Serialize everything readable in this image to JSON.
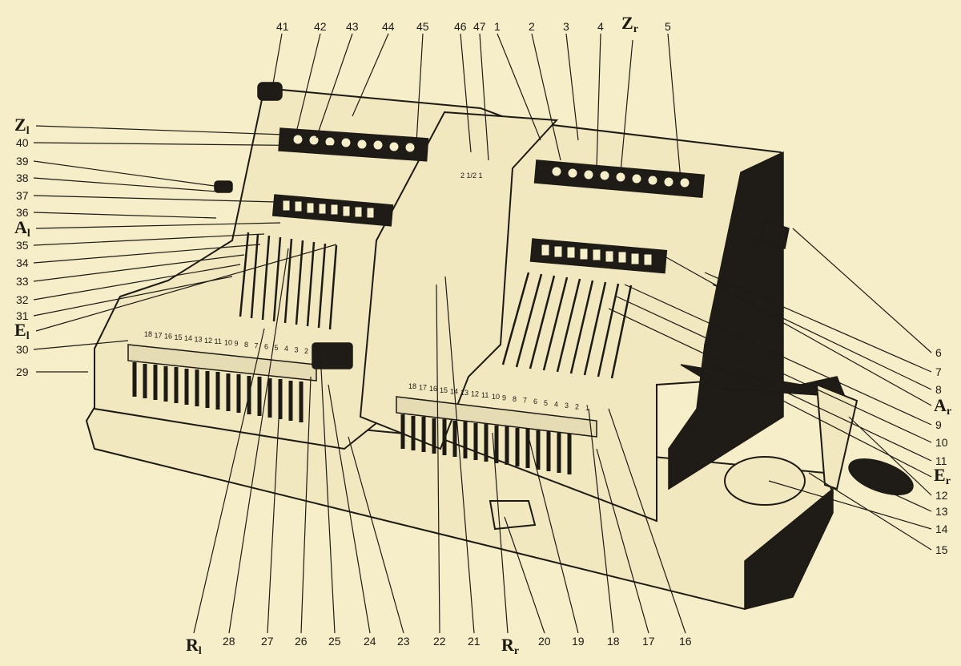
{
  "callouts": {
    "top": [
      "41",
      "42",
      "43",
      "44",
      "45",
      "46",
      "47",
      "1",
      "2",
      "3",
      "4",
      "5"
    ],
    "top_letter": {
      "main": "Z",
      "sub": "r"
    },
    "left_top": [
      {
        "main": "Z",
        "sub": "l"
      }
    ],
    "left": [
      "40",
      "39",
      "38",
      "37",
      "36"
    ],
    "left_A": {
      "main": "A",
      "sub": "l"
    },
    "left2": [
      "35",
      "34",
      "33",
      "32",
      "31"
    ],
    "left_E": {
      "main": "E",
      "sub": "l"
    },
    "left3": [
      "30",
      "29"
    ],
    "right": [
      "6",
      "7",
      "8"
    ],
    "right_A": {
      "main": "A",
      "sub": "r"
    },
    "right2": [
      "9",
      "10",
      "11"
    ],
    "right_E": {
      "main": "E",
      "sub": "r"
    },
    "right3": [
      "12",
      "13",
      "14",
      "15"
    ],
    "bottom_R_left": {
      "main": "R",
      "sub": "l"
    },
    "bottom": [
      "28",
      "27",
      "26",
      "25",
      "24",
      "23",
      "22",
      "21"
    ],
    "bottom_R_right": {
      "main": "R",
      "sub": "r"
    },
    "bottom2": [
      "20",
      "19",
      "18",
      "17",
      "16"
    ]
  },
  "keyboard_numbers": [
    "18",
    "17",
    "16",
    "15",
    "14",
    "13",
    "12",
    "11",
    "10",
    "9",
    "8",
    "7",
    "6",
    "5",
    "4",
    "3",
    "2",
    "1"
  ],
  "switch_label": "2  1/2  1"
}
